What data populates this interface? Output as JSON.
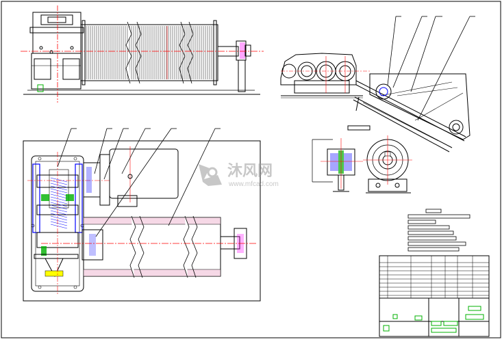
{
  "watermark": {
    "brand_cn": "沐风网",
    "brand_url": "www.mfcad.com",
    "brand_color": "#9a9a9a"
  },
  "colors": {
    "line": "#000000",
    "centerline": "#ff0000",
    "dimension": "#ff00ff",
    "gear_blue": "#0000ff",
    "green": "#00b000",
    "yellow": "#ffff00",
    "cyan": "#00c0c0"
  },
  "views": [
    "side-elevation-view",
    "gearbox-conveyor-view",
    "top-plan-view",
    "coupling-detail-view",
    "title-block"
  ]
}
